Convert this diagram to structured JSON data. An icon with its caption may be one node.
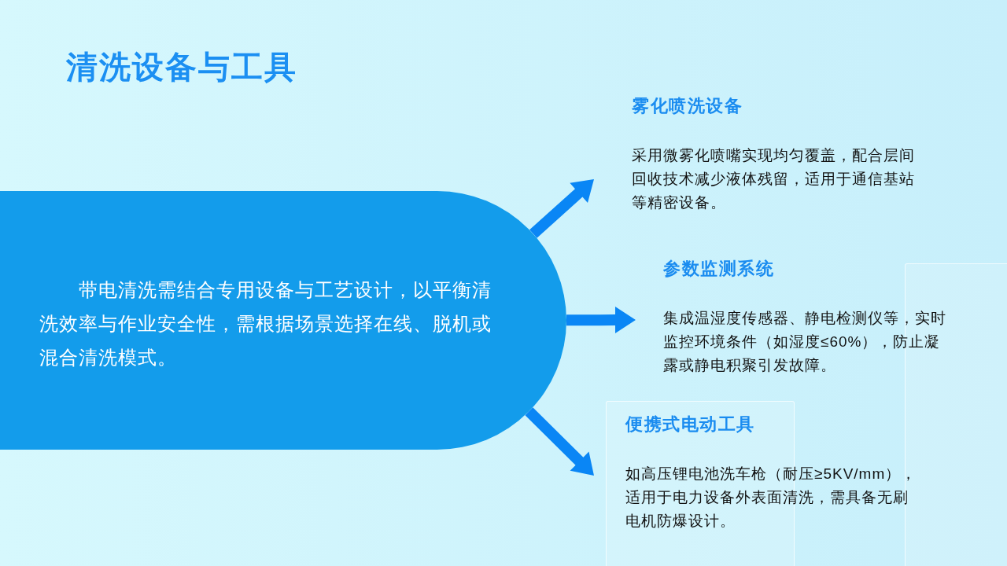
{
  "diagram": {
    "title": "清洗设备与工具",
    "nodes": [
      {
        "text": [
          "带电清洗需结合专用设备与工艺设计，以平衡清洗效率与作业安全性，需根据场景选择在线、脱机或混合清洗模式。"
        ]
      },
      {
        "text": [
          "雾化喷洗设备",
          "采用微雾化喷嘴实现均匀覆盖，配合层间回收技术减少液体残留，适用于通信基站等精密设备。"
        ]
      },
      {
        "text": [
          "参数监测系统",
          "集成温湿度传感器、静电检测仪等，实时监控环境条件（如湿度≤60%），防止凝露或静电积聚引发故障。"
        ]
      },
      {
        "text": [
          "便携式电动工具",
          "如高压锂电池洗车枪（耐压≥5KV/mm），适用于电力设备外表面清洗，需具备无刷电机防爆设计。"
        ]
      }
    ],
    "edges": [
      {
        "from": 0,
        "to": 1,
        "arrow": "to"
      },
      {
        "from": 0,
        "to": 2,
        "arrow": "to"
      },
      {
        "from": 0,
        "to": 3,
        "arrow": "to"
      }
    ]
  }
}
